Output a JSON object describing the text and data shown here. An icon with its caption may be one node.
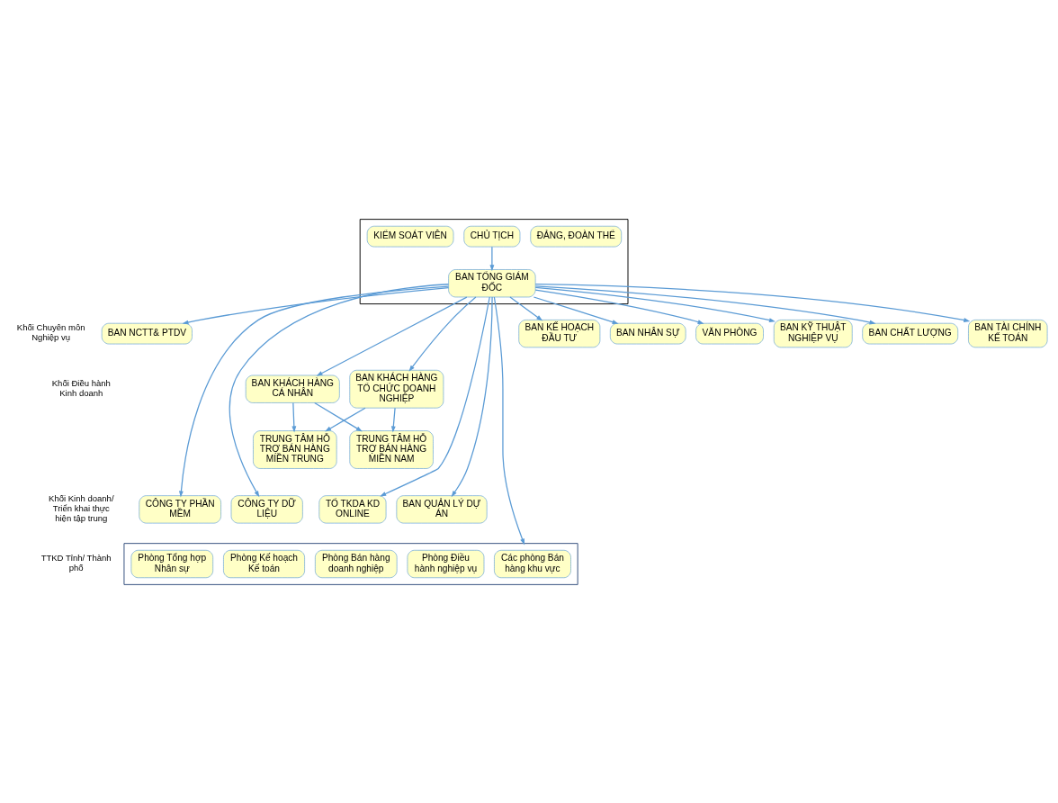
{
  "diagram": {
    "nodes": [
      {
        "text": [],
        "shape": "box"
      },
      {
        "text": [
          "KIỂM SOÁT VIÊN"
        ],
        "in": 0
      },
      {
        "text": [
          "CHỦ TỊCH"
        ],
        "in": 0
      },
      {
        "text": [
          "BAN TỔNG GIÁM ĐỐC"
        ],
        "in": 0
      },
      {
        "text": [
          "ĐẢNG, ĐOÀN THỂ"
        ],
        "in": 0
      },
      {
        "text": [
          "BAN NCTT& PTDV"
        ]
      },
      {
        "text": [
          "BAN KẾ HOẠCH ĐẦU TƯ"
        ]
      },
      {
        "text": [
          "BAN NHÂN SỰ"
        ]
      },
      {
        "text": [
          "VĂN PHÒNG"
        ]
      },
      {
        "text": [
          "BAN KỸ THUẬT NGHIỆP VỤ"
        ]
      },
      {
        "text": [
          "BAN CHẤT LƯỢNG"
        ]
      },
      {
        "text": [
          "BAN TÀI CHÍNH KẾ TOÁN"
        ]
      },
      {
        "text": [
          "BAN KHÁCH HÀNG CÁ NHÂN"
        ]
      },
      {
        "text": [
          "BAN KHÁCH HÀNG TỔ CHỨC DOANH NGHIỆP"
        ]
      },
      {
        "text": [
          "TRUNG TÂM HỖ TRỢ BÁN HÀNG MIỀN TRUNG"
        ]
      },
      {
        "text": [
          "TRUNG TÂM HỖ TRỢ BÁN HÀNG MIỀN NAM"
        ]
      },
      {
        "text": [
          "CÔNG TY PHẦN MỀM"
        ]
      },
      {
        "text": [
          "CÔNG TY DỮ LIỆU"
        ]
      },
      {
        "text": [
          "TỔ TKDA KD ONLINE"
        ]
      },
      {
        "text": [
          "BAN QUẢN LÝ DỰ ÁN"
        ]
      },
      {
        "text": [],
        "shape": "box"
      },
      {
        "text": [
          "Phòng Tổng hợp Nhân sự"
        ],
        "in": 20
      },
      {
        "text": [
          "Phòng Kế hoạch Kế toán"
        ],
        "in": 20
      },
      {
        "text": [
          "Các phòng Bán hàng khu vực"
        ],
        "in": 20
      },
      {
        "text": [
          "Phòng Bán hàng doanh nghiệp"
        ],
        "in": 20
      },
      {
        "text": [
          "Phòng Điều hành nghiệp vụ"
        ],
        "in": 20
      }
    ],
    "edges": [
      {
        "from": 2,
        "to": 3,
        "arrow": "to"
      },
      {
        "from": 3,
        "to": 5,
        "arrow": "to"
      },
      {
        "from": 3,
        "to": 6,
        "arrow": "to"
      },
      {
        "from": 3,
        "to": 7,
        "arrow": "to"
      },
      {
        "from": 3,
        "to": 8,
        "arrow": "to"
      },
      {
        "from": 3,
        "to": 9,
        "arrow": "to"
      },
      {
        "from": 3,
        "to": 10,
        "arrow": "to"
      },
      {
        "from": 3,
        "to": 11,
        "arrow": "to"
      },
      {
        "from": 3,
        "to": 12,
        "arrow": "to"
      },
      {
        "from": 3,
        "to": 13,
        "arrow": "to"
      },
      {
        "from": 12,
        "to": 14,
        "arrow": "to"
      },
      {
        "from": 12,
        "to": 15,
        "arrow": "to"
      },
      {
        "from": 13,
        "to": 14,
        "arrow": "to"
      },
      {
        "from": 13,
        "to": 15,
        "arrow": "to"
      },
      {
        "from": 3,
        "to": 16,
        "arrow": "to"
      },
      {
        "from": 3,
        "to": 17,
        "arrow": "to"
      },
      {
        "from": 3,
        "to": 18,
        "arrow": "to"
      },
      {
        "from": 3,
        "to": 19,
        "arrow": "to"
      },
      {
        "from": 3,
        "to": 20,
        "arrow": "to"
      }
    ],
    "labels": [
      "Khối Chuyên môn Nghiệp vụ",
      "Khối Điều hành Kinh doanh",
      "Khối Kinh doanh/ Triển khai thực hiện tập trung",
      "TTKD Tỉnh/ Thành phố"
    ]
  }
}
